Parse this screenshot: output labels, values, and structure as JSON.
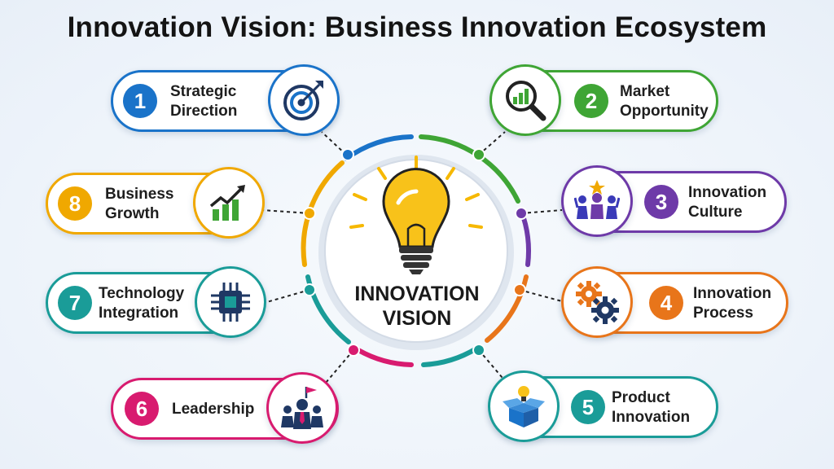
{
  "title": "Innovation Vision: Business Innovation Ecosystem",
  "center": {
    "label": "INNOVATION\nVISION",
    "icon": "lightbulb-icon"
  },
  "nodes": [
    {
      "number": "1",
      "label": "Strategic\nDirection",
      "icon": "target-icon",
      "color": "#1a73c9"
    },
    {
      "number": "2",
      "label": "Market\nOpportunity",
      "icon": "magnifier-chart-icon",
      "color": "#3fa535"
    },
    {
      "number": "3",
      "label": "Innovation\nCulture",
      "icon": "team-star-icon",
      "color": "#6e3aa8"
    },
    {
      "number": "4",
      "label": "Innovation\nProcess",
      "icon": "gears-icon",
      "color": "#e8751a"
    },
    {
      "number": "5",
      "label": "Product\nInnovation",
      "icon": "box-bulb-icon",
      "color": "#1a9c98"
    },
    {
      "number": "6",
      "label": "Leadership",
      "icon": "leader-flag-icon",
      "color": "#d81b6f"
    },
    {
      "number": "7",
      "label": "Technology\nIntegration",
      "icon": "chip-icon",
      "color": "#1a9c98"
    },
    {
      "number": "8",
      "label": "Business\nGrowth",
      "icon": "growth-chart-icon",
      "color": "#f0a800"
    }
  ],
  "ring_colors": [
    "#1a73c9",
    "#3fa535",
    "#6e3aa8",
    "#e8751a",
    "#1a9c98",
    "#d81b6f",
    "#1a9c98",
    "#f0a800"
  ]
}
